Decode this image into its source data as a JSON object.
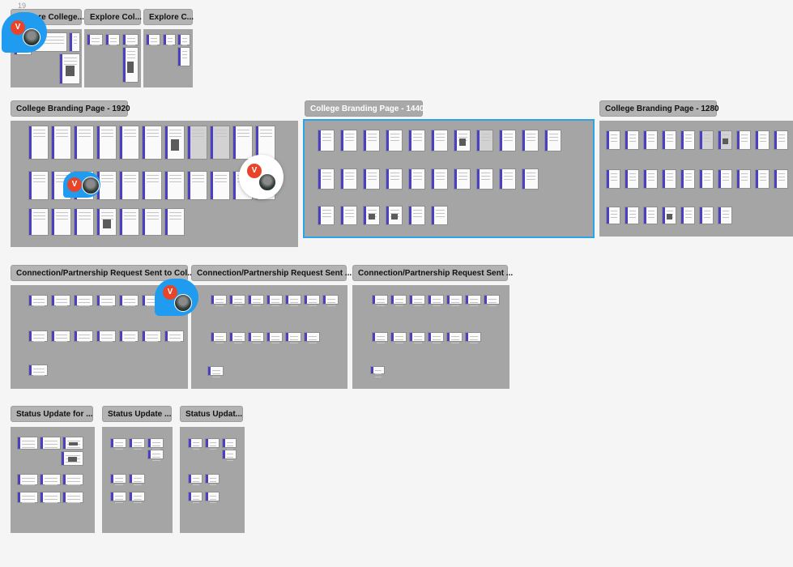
{
  "canvas": {
    "corner_number": "19",
    "sections": [
      {
        "id": "explore-row",
        "frames": [
          {
            "label": "Explore College..."
          },
          {
            "label": "Explore Col..."
          },
          {
            "label": "Explore C..."
          }
        ]
      },
      {
        "id": "branding-row",
        "frames": [
          {
            "label": "College Branding Page - 1920"
          },
          {
            "label": "College Branding Page - 1440",
            "selected": true
          },
          {
            "label": "College Branding Page - 1280"
          }
        ]
      },
      {
        "id": "connection-row",
        "frames": [
          {
            "label": "Connection/Partnership Request Sent to Col..."
          },
          {
            "label": "Connection/Partnership Request Sent ..."
          },
          {
            "label": "Connection/Partnership Request Sent ..."
          }
        ]
      },
      {
        "id": "status-row",
        "frames": [
          {
            "label": "Status Update for ..."
          },
          {
            "label": "Status Update ..."
          },
          {
            "label": "Status Updat..."
          }
        ]
      }
    ],
    "collaborators": [
      {
        "initial": "V",
        "color": "#e8442a",
        "style": "blue"
      },
      {
        "initial": "V",
        "color": "#e8442a",
        "style": "blue"
      },
      {
        "initial": "V",
        "color": "#e8442a",
        "style": "white"
      },
      {
        "initial": "V",
        "color": "#e8442a",
        "style": "blue"
      }
    ]
  }
}
